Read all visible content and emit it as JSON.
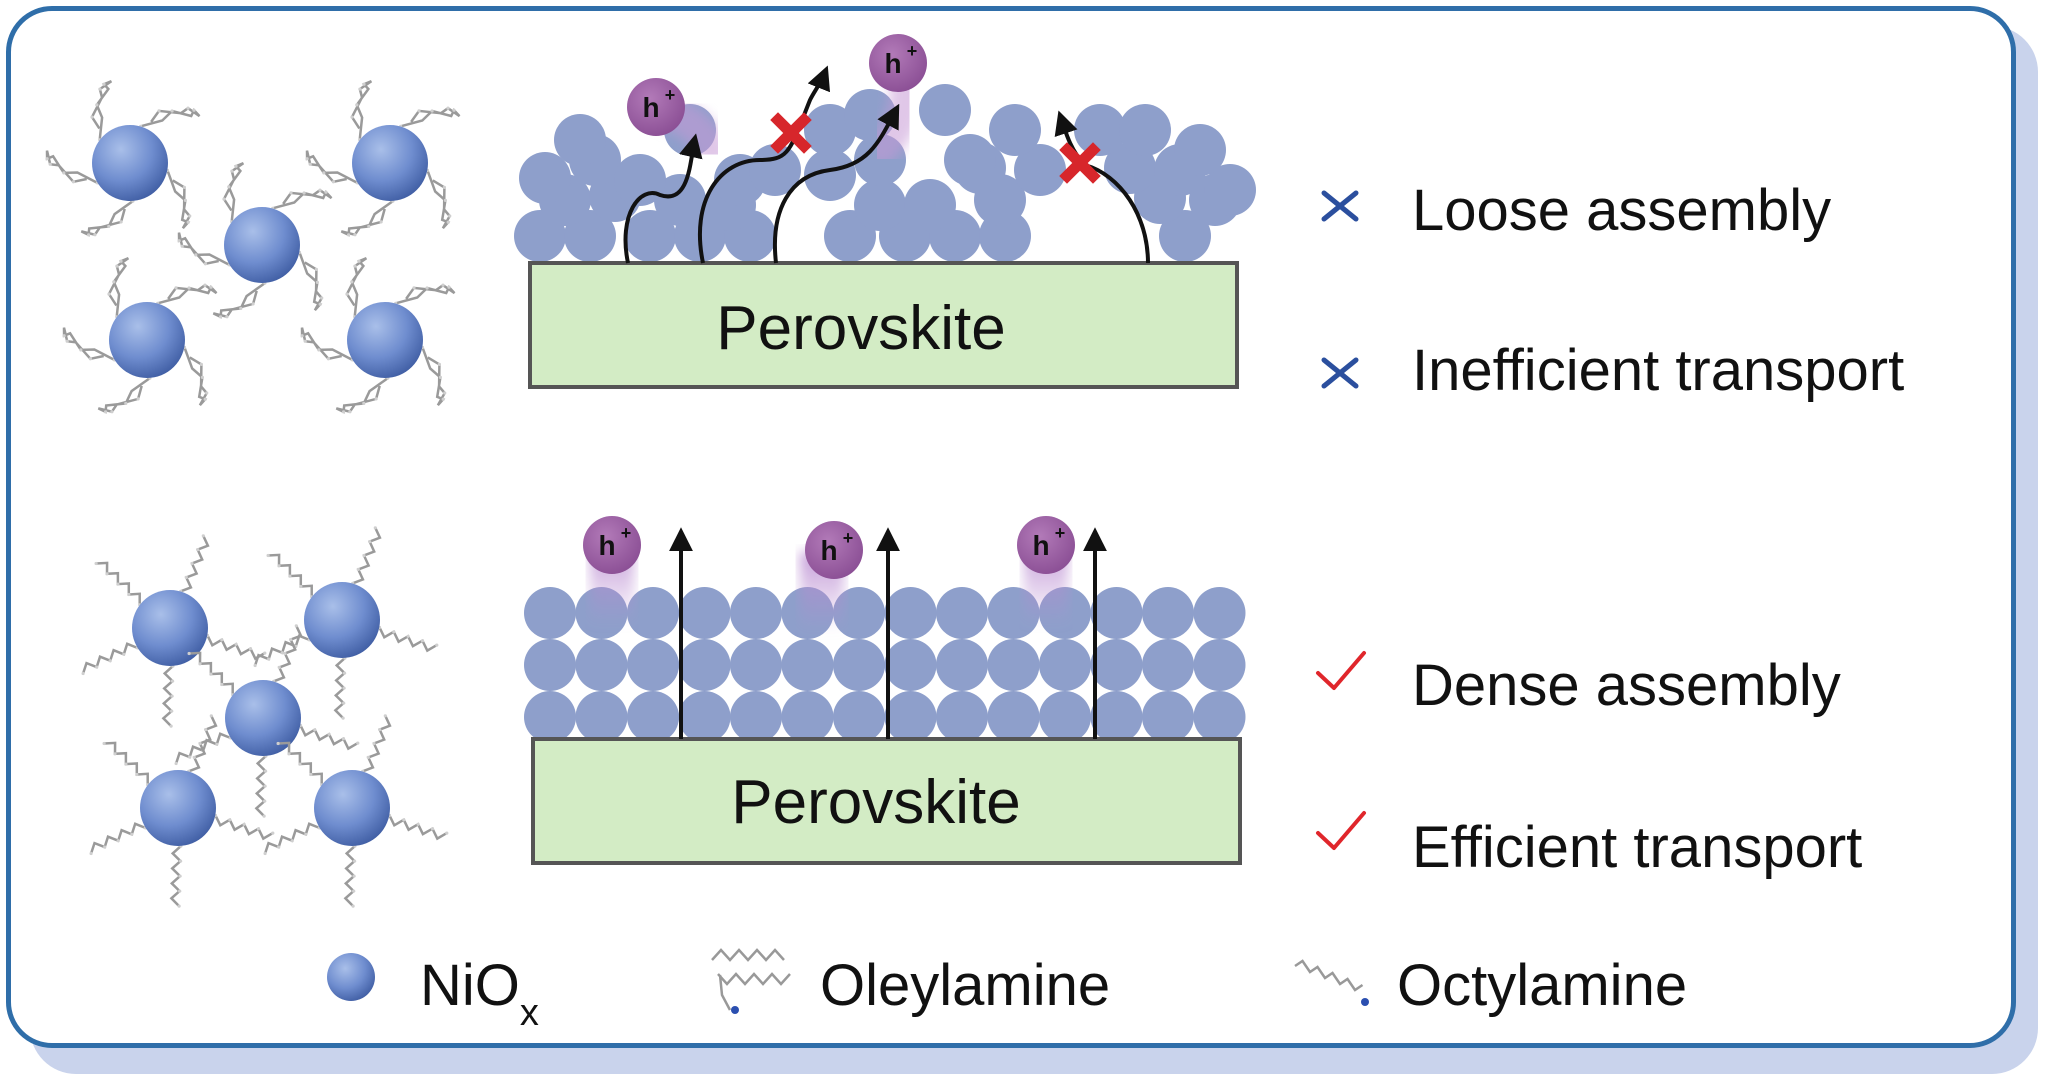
{
  "top_panel": {
    "perovskite_label": "Perovskite",
    "hole_label": "h",
    "hole_sup": "+",
    "statements": [
      {
        "mark": "cross",
        "mark_color": "#2b4f9e",
        "text": "Loose assembly"
      },
      {
        "mark": "cross",
        "mark_color": "#2b4f9e",
        "text": "Inefficient transport"
      }
    ]
  },
  "bottom_panel": {
    "perovskite_label": "Perovskite",
    "hole_label": "h",
    "hole_sup": "+",
    "statements": [
      {
        "mark": "check",
        "mark_color": "#e0262b",
        "text": "Dense assembly"
      },
      {
        "mark": "check",
        "mark_color": "#e0262b",
        "text": "Efficient transport"
      }
    ]
  },
  "legend": {
    "nio": {
      "base": "NiO",
      "sub": "x"
    },
    "oleylamine": "Oleylamine",
    "octylamine": "Octylamine"
  },
  "colors": {
    "frame_border": "#2f6ea9",
    "frame_shadow": "#c9d3ec",
    "particle": "#8e9fcb",
    "nanoparticle": "#5f7fc0",
    "perovskite_fill": "#d3ecc5",
    "hole": "#9b5fa3",
    "blocked_mark": "#d7262b",
    "arrow": "#111111"
  },
  "icons": [
    "nio-nanoparticle-icon",
    "oleylamine-molecule-icon",
    "octylamine-molecule-icon",
    "cross-icon",
    "check-icon",
    "hole-icon"
  ]
}
